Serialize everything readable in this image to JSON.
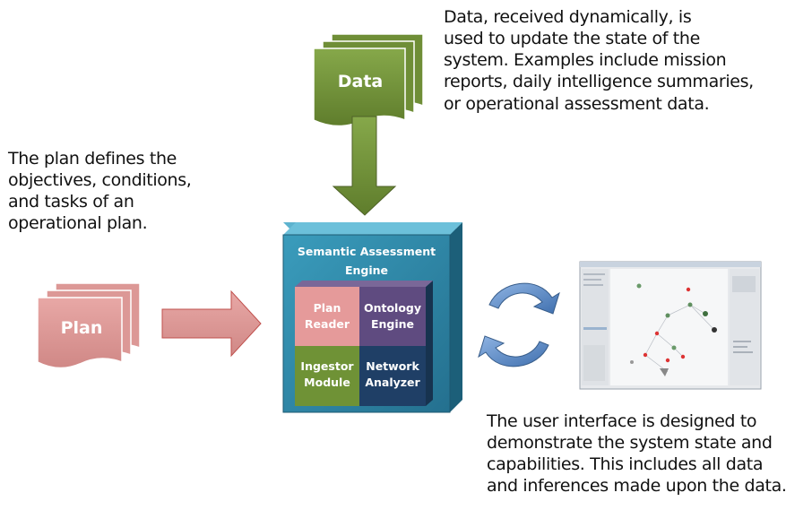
{
  "captions": {
    "data_text": "Data, received dynamically, is\nused to update the state of the\nsystem. Examples include mission\nreports, daily intelligence summaries,\nor operational assessment data.",
    "plan_text": "The plan defines the\nobjectives, conditions,\nand tasks of an\noperational plan.",
    "ui_text": "The user interface is designed to\ndemonstrate the system state and\ncapabilities. This includes all data\nand inferences made upon the data."
  },
  "documents": {
    "data_label": "Data",
    "plan_label": "Plan"
  },
  "engine": {
    "title_line1": "Semantic Assessment",
    "title_line2": "Engine",
    "modules": [
      {
        "line1": "Plan",
        "line2": "Reader",
        "color": "#e59a9a"
      },
      {
        "line1": "Ontology",
        "line2": "Engine",
        "color": "#5f4b80"
      },
      {
        "line1": "Ingestor",
        "line2": "Module",
        "color": "#6f9236"
      },
      {
        "line1": "Network",
        "line2": "Analyzer",
        "color": "#1f3f66"
      }
    ]
  },
  "colors": {
    "data_green": "#76923c",
    "data_green_dark": "#4f6228",
    "plan_pink": "#d99694",
    "plan_pink_dark": "#b36b69",
    "engine_teal": "#2e8aa8",
    "engine_teal_dark": "#205e77",
    "cycle_blue": "#4f81bd"
  }
}
